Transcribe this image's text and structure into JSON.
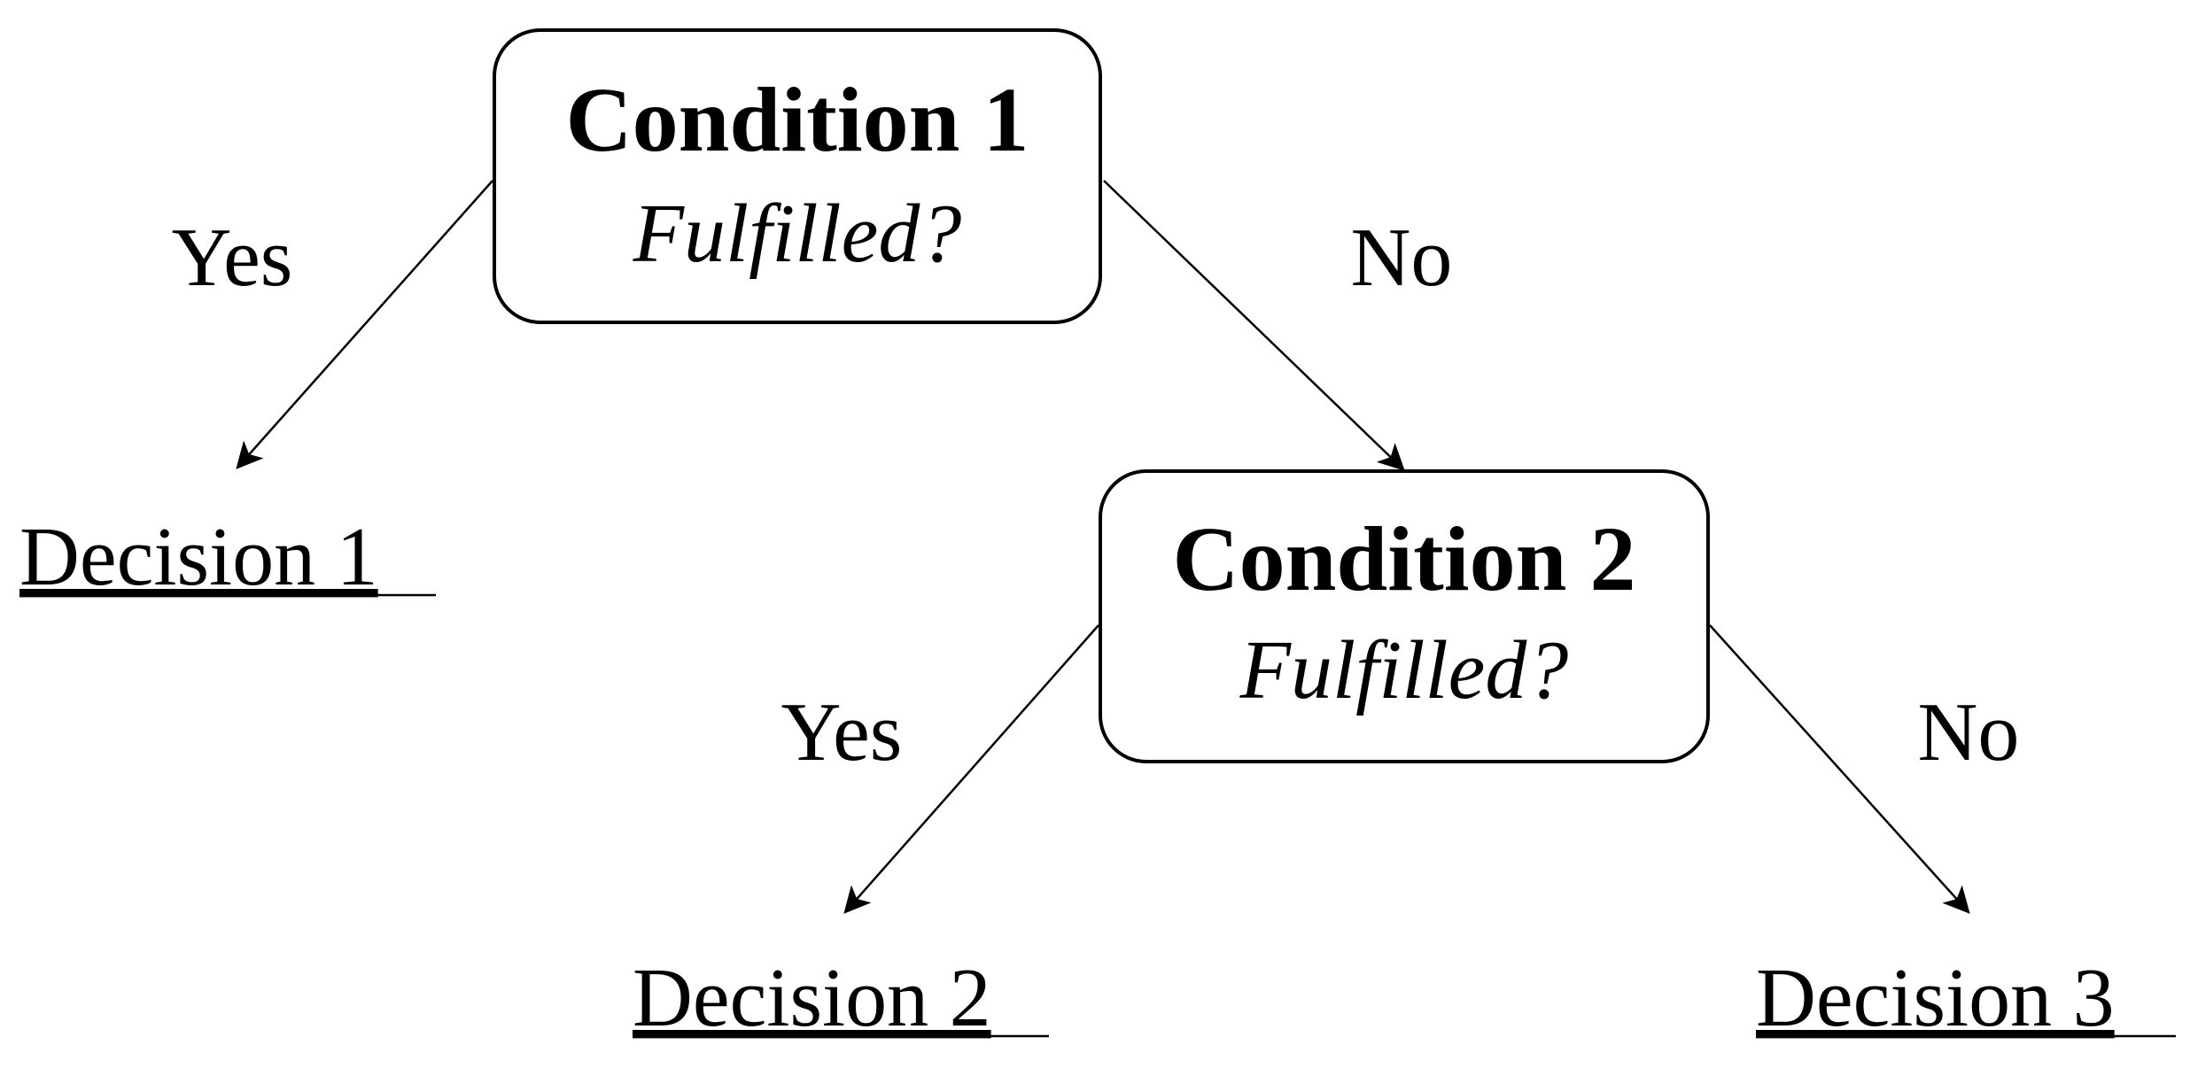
{
  "nodes": {
    "condition_1": {
      "title": "Condition 1",
      "question": "Fulfilled?"
    },
    "condition_2": {
      "title": "Condition 2",
      "question": "Fulfilled?"
    }
  },
  "edges": {
    "c1_yes": "Yes",
    "c1_no": "No",
    "c2_yes": "Yes",
    "c2_no": "No"
  },
  "decisions": {
    "d1": "Decision 1",
    "d2": "Decision 2",
    "d3": "Decision 3"
  }
}
